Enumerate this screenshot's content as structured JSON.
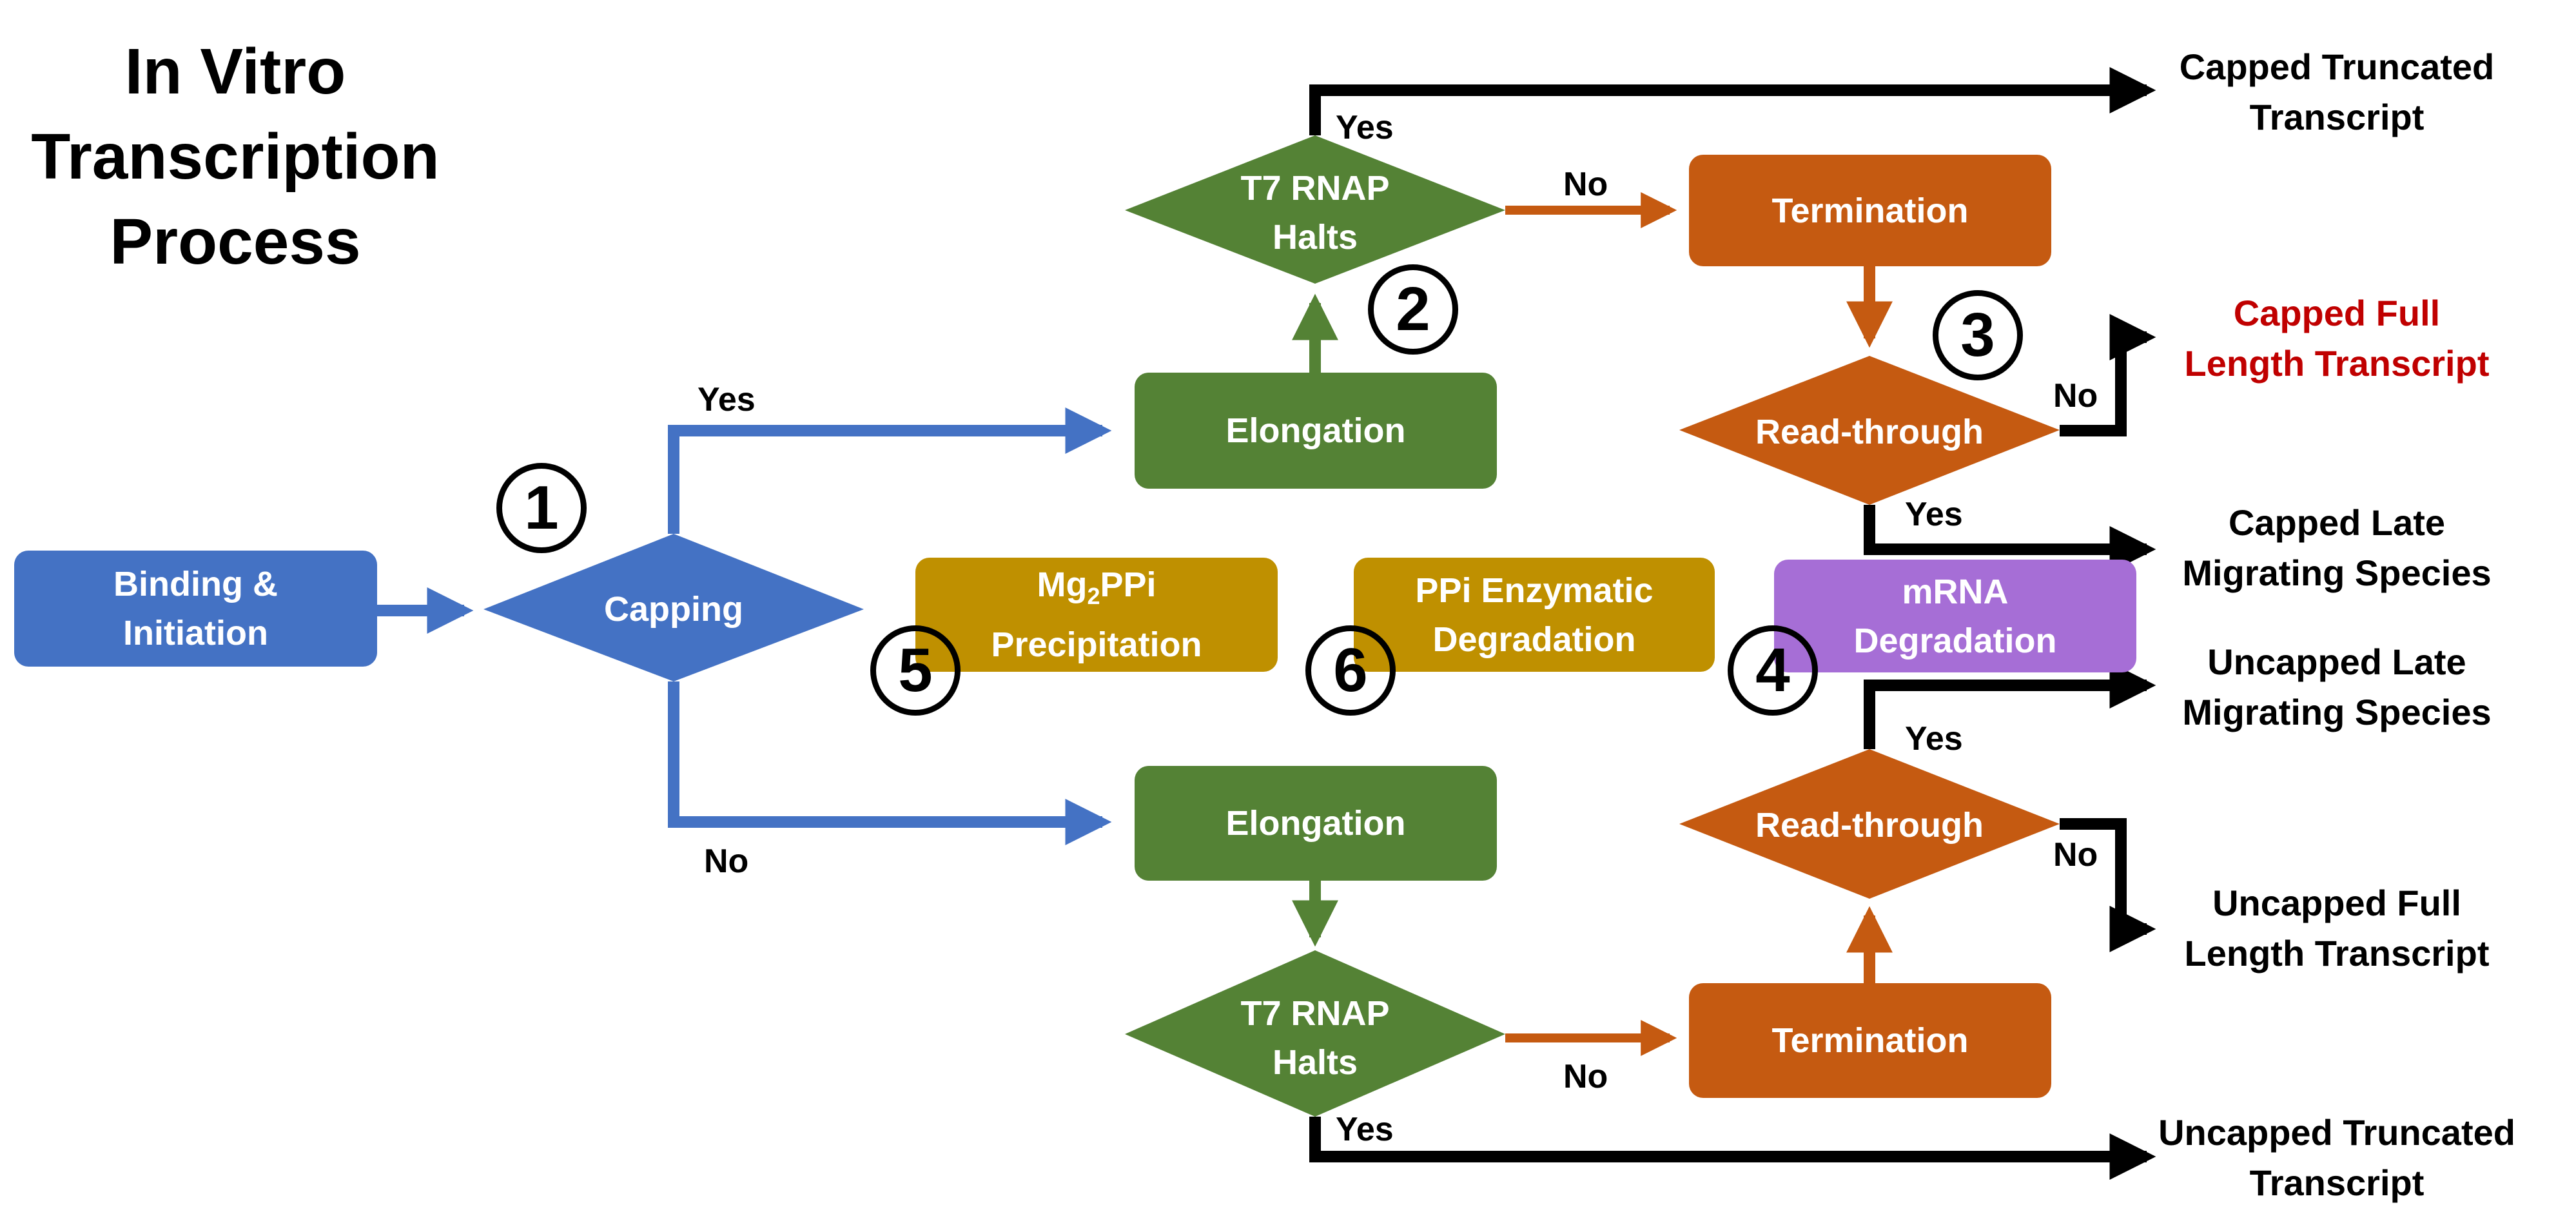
{
  "title": "In Vitro\nTranscription\nProcess",
  "boxes": {
    "binding": "Binding &\nInitiation",
    "elongation_top": "Elongation",
    "elongation_bottom": "Elongation",
    "termination_top": "Termination",
    "termination_bottom": "Termination",
    "mg2ppi_main": "Mg",
    "mg2ppi_sub": "2",
    "mg2ppi_rest": "PPi",
    "mg2ppi_line2": "Precipitation",
    "ppi": "PPi Enzymatic\nDegradation",
    "mrna": "mRNA\nDegradation"
  },
  "decisions": {
    "capping": "Capping",
    "t7_top": "T7 RNAP\nHalts",
    "t7_bottom": "T7 RNAP\nHalts",
    "readthrough_top": "Read-through",
    "readthrough_bottom": "Read-through"
  },
  "labels": {
    "yes_capping": "Yes",
    "no_capping": "No",
    "yes_t7_top": "Yes",
    "no_t7_top": "No",
    "no_rt_top": "No",
    "yes_rt_top": "Yes",
    "yes_rt_bottom": "Yes",
    "no_rt_bottom": "No",
    "no_t7_bottom": "No",
    "yes_t7_bottom": "Yes"
  },
  "outputs": {
    "capped_truncated": "Capped Truncated\nTranscript",
    "capped_full": "Capped Full\nLength Transcript",
    "capped_late": "Capped Late\nMigrating Species",
    "uncapped_late": "Uncapped Late\nMigrating Species",
    "uncapped_full": "Uncapped Full\nLength Transcript",
    "uncapped_truncated": "Uncapped Truncated\nTranscript"
  },
  "numbers": [
    "1",
    "2",
    "3",
    "4",
    "5",
    "6"
  ],
  "colors": {
    "blue": "#4472c4",
    "green": "#548235",
    "orange": "#c55a11",
    "gold": "#bf9000",
    "purple": "#a66ed6",
    "highlight_red": "#c00000",
    "black": "#000000"
  }
}
